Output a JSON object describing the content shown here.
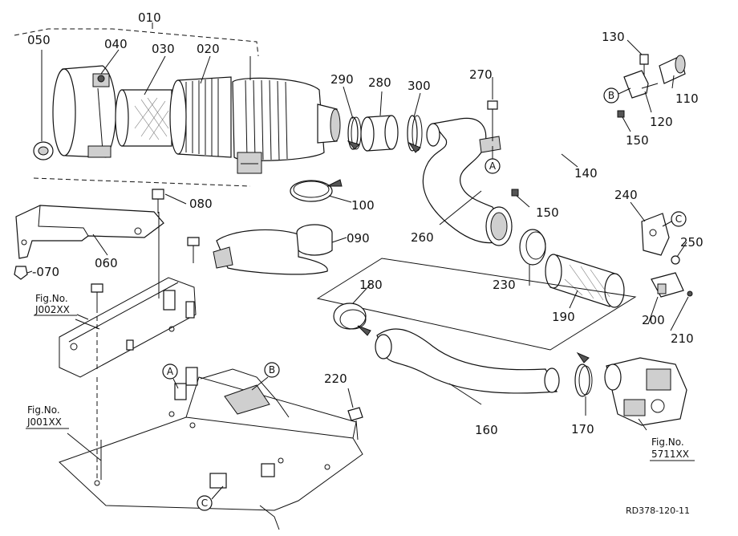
{
  "callouts": {
    "c010": "010",
    "c020": "020",
    "c030": "030",
    "c040": "040",
    "c050": "050",
    "c060": "060",
    "c070": "-070",
    "c080": "080",
    "c090": "090",
    "c100": "100",
    "c110": "110",
    "c120": "120",
    "c130": "130",
    "c140": "140",
    "c150": "150",
    "c160": "160",
    "c170": "170",
    "c180": "180",
    "c190": "190",
    "c200": "200",
    "c210": "210",
    "c220": "220",
    "c230": "230",
    "c240": "240",
    "c250": "250",
    "c260": "260",
    "c270": "270",
    "c280": "280",
    "c290": "290",
    "c300": "300"
  },
  "ref_letters": {
    "A": "A",
    "B": "B",
    "C": "C"
  },
  "figure_refs": [
    {
      "label": "Fig.No.",
      "number": "J002XX"
    },
    {
      "label": "Fig.No.",
      "number": "J001XX"
    },
    {
      "label": "Fig.No.",
      "number": "5711XX"
    }
  ],
  "document_id": "RD378-120-11"
}
